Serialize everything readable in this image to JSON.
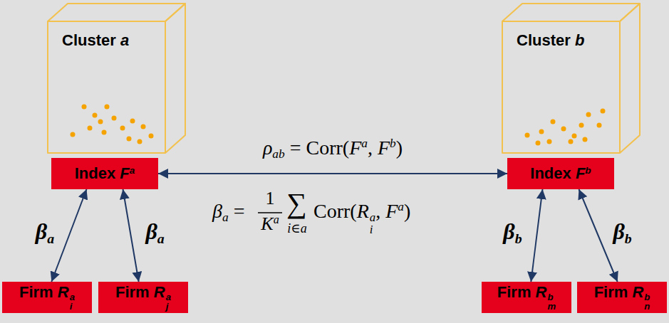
{
  "diagram": {
    "nodes": [
      {
        "text": [
          "Cluster a"
        ]
      },
      {
        "text": [
          "Cluster b"
        ]
      },
      {
        "text": [
          "Index Fa"
        ]
      },
      {
        "text": [
          "Index Fb"
        ]
      },
      {
        "text": [
          "Firm Ria"
        ]
      },
      {
        "text": [
          "Firm Rja"
        ]
      },
      {
        "text": [
          "Firm Rmb"
        ]
      },
      {
        "text": [
          "Firm Rnb"
        ]
      }
    ],
    "edges": [
      {
        "from": 2,
        "to": 3,
        "arrow": "both",
        "label": "ρab = Corr(Fa, Fb)"
      },
      {
        "from": 2,
        "to": 4,
        "arrow": "both",
        "label": "βa"
      },
      {
        "from": 2,
        "to": 5,
        "arrow": "both",
        "label": "βa"
      },
      {
        "from": 3,
        "to": 6,
        "arrow": "both",
        "label": "βb"
      },
      {
        "from": 3,
        "to": 7,
        "arrow": "both",
        "label": "βb"
      }
    ],
    "labels": [
      "βa =",
      "1",
      "Ka",
      "∑",
      "i∈a",
      "Corr(Ria, Fa)"
    ]
  }
}
